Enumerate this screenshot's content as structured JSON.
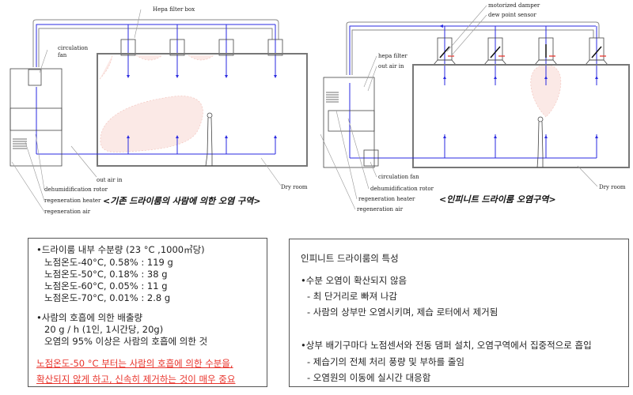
{
  "left_diagram": {
    "caption": "<기존 드라이룸의 사람에 의한 오염 구역>",
    "labels": {
      "hepa_filter_box": "Hepa filter box",
      "circulation_fan_1": "circulation",
      "circulation_fan_2": "fan",
      "out_air_in": "out air in",
      "dehumidification_rotor": "dehumidification rotor",
      "regeneration_heater": "regeneration heater",
      "regeneration_air": "regeneration air",
      "dry_room": "Dry room"
    }
  },
  "right_diagram": {
    "caption": "<인피니트 드라이룸 오염구역>",
    "labels": {
      "motorized_damper": "motorized damper",
      "dew_point_sensor": "dew point sensor",
      "hepa_filter": "hepa filter",
      "out_air_in": "out air in",
      "circulation_fan": "circulation fan",
      "dehumidification_rotor": "dehumidification rotor",
      "regeneration_heater": "regeneration heater",
      "regeneration_air": "regeneration air",
      "dry_room": "Dry room"
    }
  },
  "left_box": {
    "heading1": "•드라이룸 내부 수분량 (23 °C ,1000㎥당)",
    "rows": [
      "노점온도-40°C, 0.58% :  119 g",
      "노점온도-50°C, 0.18% :  38 g",
      "노점온도-60°C, 0.05% :  11 g",
      "노점온도-70°C, 0.01% :  2.8 g"
    ],
    "heading2": "•사람의 호흡에 의한 배출량",
    "line1": "20 g / h (1인, 1시간당, 20g)",
    "line2": "오염의 95% 이상은 사람의 호흡에 의한 것",
    "warning1": "노점온도-50 °C 부터는 사람의 호흡에 의한 수분을,",
    "warning2": "확산되지 않게 하고, 신속히 제거하는 것이 매우 중요"
  },
  "right_box": {
    "title": "인피니트 드라이룸의 특성",
    "point1": "•수분 오염이 확산되지 않음",
    "point1_items": [
      "- 최 단거리로 빠져 나감",
      "- 사람의 상부만 오염시키며, 제습 로터에서 제거됨"
    ],
    "point2": "•상부 배기구마다 노점센서와 전동 댐퍼 설치, 오염구역에서 집중적으로 흡입",
    "point2_items": [
      "- 제습기의 전체 처리 풍량 및 부하를 줄임",
      "- 오염원의 이동에 실시간 대응함"
    ]
  },
  "colors": {
    "flow": "#2a2ae0",
    "warning": "#e8322a",
    "contamination": "#fbe9e6"
  }
}
